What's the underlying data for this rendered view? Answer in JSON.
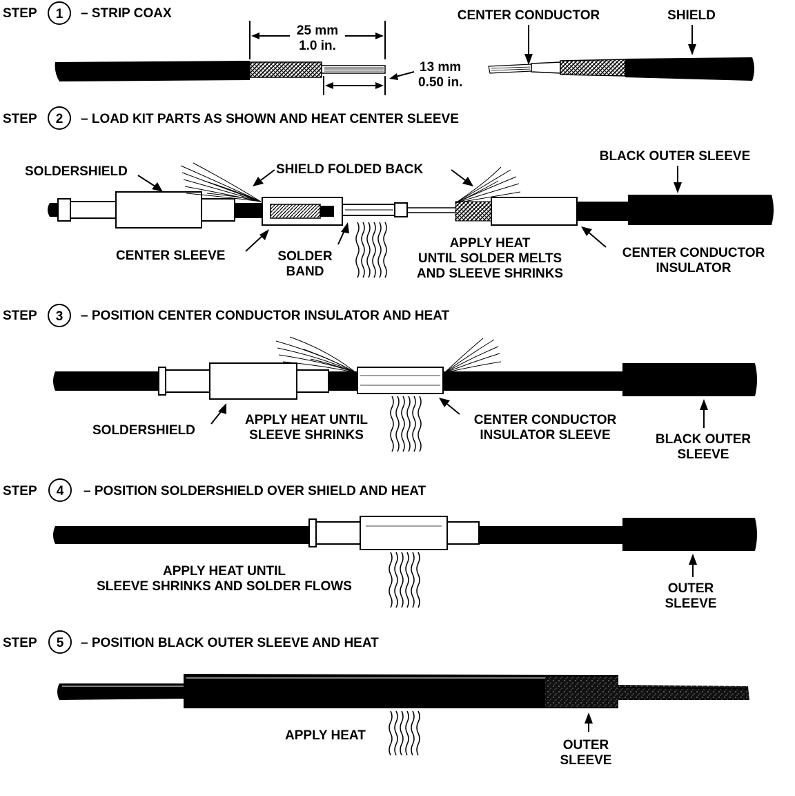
{
  "steps": [
    {
      "word": "STEP",
      "number": "1",
      "title": "– STRIP COAX"
    },
    {
      "word": "STEP",
      "number": "2",
      "title": "– LOAD KIT PARTS AS SHOWN AND HEAT CENTER SLEEVE"
    },
    {
      "word": "STEP",
      "number": "3",
      "title": "– POSITION CENTER CONDUCTOR INSULATOR AND HEAT"
    },
    {
      "word": "STEP",
      "number": "4",
      "title": "– POSITION SOLDERSHIELD OVER SHIELD AND HEAT"
    },
    {
      "word": "STEP",
      "number": "5",
      "title": "– POSITION BLACK OUTER SLEEVE AND HEAT"
    }
  ],
  "step1": {
    "dim_long_mm": "25 mm",
    "dim_long_in": "1.0 in.",
    "dim_short_mm": "13 mm",
    "dim_short_in": "0.50 in.",
    "center_conductor": "CENTER CONDUCTOR",
    "shield": "SHIELD"
  },
  "step2": {
    "soldershield": "SOLDERSHIELD",
    "shield_folded_back": "SHIELD FOLDED BACK",
    "black_outer_sleeve": "BLACK OUTER SLEEVE",
    "center_sleeve": "CENTER SLEEVE",
    "solder_band_1": "SOLDER",
    "solder_band_2": "BAND",
    "apply_heat_1": "APPLY HEAT",
    "apply_heat_2": "UNTIL SOLDER MELTS",
    "apply_heat_3": "AND SLEEVE SHRINKS",
    "cci_1": "CENTER CONDUCTOR",
    "cci_2": "INSULATOR"
  },
  "step3": {
    "soldershield": "SOLDERSHIELD",
    "apply_heat_1": "APPLY HEAT UNTIL",
    "apply_heat_2": "SLEEVE SHRINKS",
    "ccis_1": "CENTER CONDUCTOR",
    "ccis_2": "INSULATOR SLEEVE",
    "bos_1": "BLACK OUTER",
    "bos_2": "SLEEVE"
  },
  "step4": {
    "apply_heat_1": "APPLY HEAT UNTIL",
    "apply_heat_2": "SLEEVE SHRINKS AND SOLDER FLOWS",
    "outer_1": "OUTER",
    "outer_2": "SLEEVE"
  },
  "step5": {
    "apply_heat": "APPLY HEAT",
    "outer_1": "OUTER",
    "outer_2": "SLEEVE"
  }
}
